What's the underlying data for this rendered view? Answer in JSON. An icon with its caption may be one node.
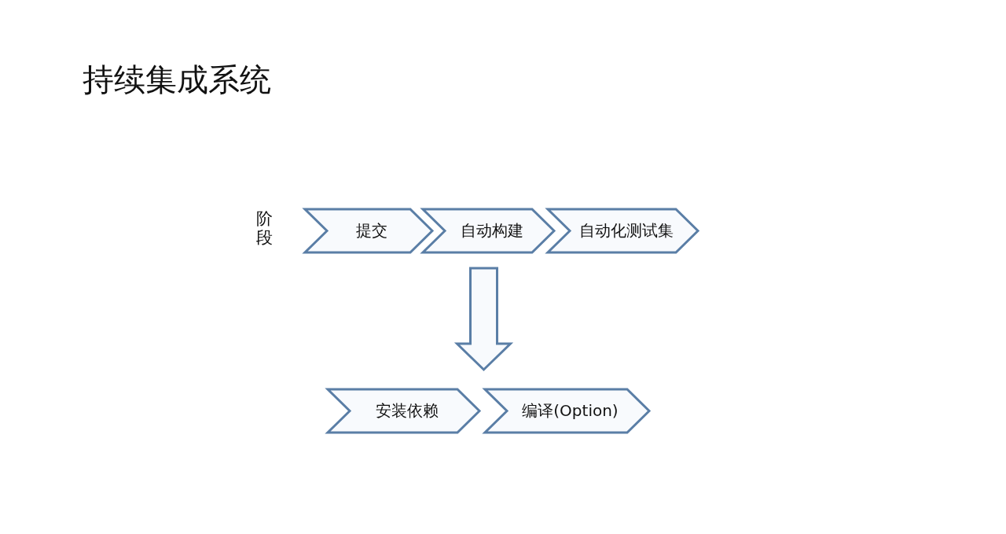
{
  "diagram": {
    "title": "持续集成系统",
    "nodes": [
      {
        "text": [
          "提交"
        ]
      },
      {
        "text": [
          "自动构建"
        ]
      },
      {
        "text": [
          "自动化测试集"
        ]
      },
      {
        "text": [
          "安装依赖"
        ]
      },
      {
        "text": [
          "编译(Option)"
        ]
      }
    ],
    "edges": [
      {
        "from": 1,
        "to": 3,
        "arrow": "to"
      }
    ],
    "labels": [
      "阶段"
    ]
  }
}
